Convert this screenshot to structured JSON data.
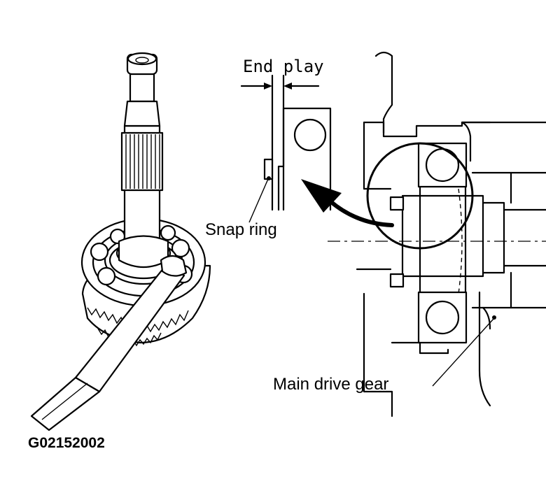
{
  "labels": {
    "end_play": "End play",
    "snap_ring": "Snap ring",
    "main_drive_gear": "Main drive gear",
    "figure_code": "G02152002"
  }
}
